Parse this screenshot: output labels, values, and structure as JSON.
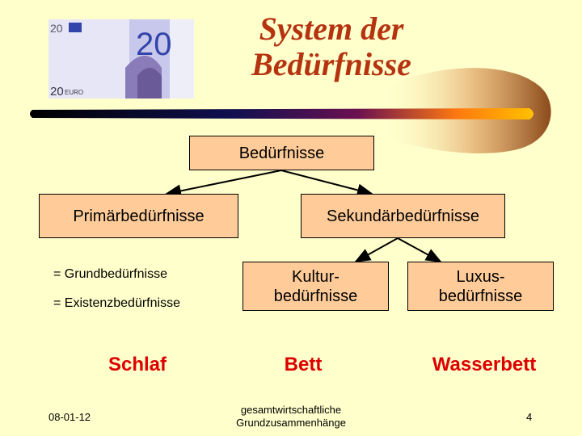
{
  "title": {
    "line1": "System der",
    "line2": "Bedürfnisse"
  },
  "banknote": {
    "value": "20",
    "currency": "EURO"
  },
  "diagram": {
    "root": "Bedürfnisse",
    "primary": "Primärbedürfnisse",
    "secondary": "Sekundärbedürfnisse",
    "culture": {
      "line1": "Kultur-",
      "line2": "bedürfnisse"
    },
    "luxury": {
      "line1": "Luxus-",
      "line2": "bedürfnisse"
    }
  },
  "notes": [
    "= Grundbedürfnisse",
    "= Existenzbedürfnisse"
  ],
  "examples": [
    "Schlaf",
    "Bett",
    "Wasserbett"
  ],
  "footer": {
    "date": "08-01-12",
    "center_line1": "gesamtwirtschaftliche",
    "center_line2": "Grundzusammenhänge",
    "page": "4"
  },
  "colors": {
    "background": "#FFFFCC",
    "box": "#FFCC99",
    "title": "#B5330F",
    "examples": "#DD0000"
  }
}
